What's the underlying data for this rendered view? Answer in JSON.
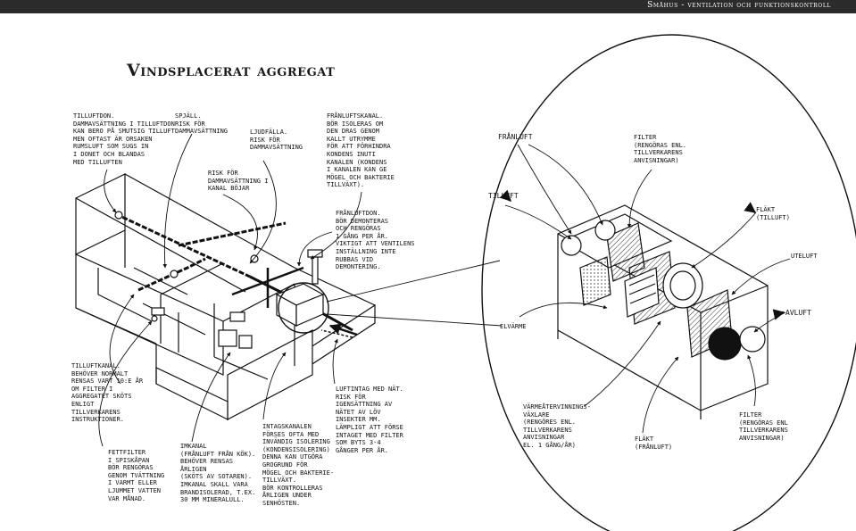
{
  "header": {
    "text": "Småhus - ventilation och funktionskontroll"
  },
  "title": "Vindsplacerat aggregat",
  "labels": {
    "tilluftdon": "TILLUFTDON.\nDAMMAVSÄTTNING I TILLUFTDON\nKAN BERO PÅ SMUTSIG TILLUFT\nMEN OFTAST ÄR ORSAKEN\nRUMSLUFT SOM SUGS IN\nI DONET OCH BLANDAS\nMED TILLUFTEN",
    "spjall": "SPJÄLL.\nRISK FÖR\nDAMMAVSÄTTNING",
    "ljudfalla": "LJUDFÄLLA.\nRISK FÖR\nDAMMAVSÄTTNING",
    "kanal_bojar": "RISK FÖR\nDAMMAVSÄTTNING I\nKANAL BÖJAR",
    "franluftskanal": "FRÅNLUFTSKANAL.\nBÖR ISOLERAS OM\nDEN DRAS GENOM\nKALLT UTRYMME\nFÖR ATT FÖRHINDRA\nKONDENS INUTI\nKANALEN (KONDENS\nI KANALEN KAN GE\nMÖGEL OCH BAKTERIE\nTILLVÄXT).",
    "franluftdon": "FRÅNLUFTDON.\nBÖR DEMONTERAS\nOCH RENGÖRAS\n1 GÅNG PER ÅR.\nVIKTIGT ATT VENTILENS\nINSTÄLLNING INTE\nRUBBAS VID\nDEMONTERING.",
    "tilluftkanal": "TILLUFTKANAL.\nBEHÖVER NORMALT\nRENSAS VART 10:e ÅR\nOM FILTER I\nAGGREGATET SKÖTS\nENLIGT\nTILLVERKARENS\nINSTRUKTIONER.",
    "fettfilter": "FETTFILTER\nI SPISKÅPAN\nBÖR RENGÖRAS\nGENOM TVÄTTNING\nI VARMT ELLER\nLJUMMET VATTEN\nVAR MÅNAD.",
    "imkanal": "IMKANAL\n(FRÅNLUFT FRÅN KÖK).\nBEHÖVER RENSAS\nÅRLIGEN\n(SKÖTS AV SOTAREN).\nIMKANAL SKALL VARA\nBRANDISOLERAD, T.EX.\n30 mm MINERALULL.",
    "intagskanalen": "INTAGSKANALEN\nFÖRSES OFTA MED\nINVÄNDIG ISOLERING\n(KONDENSISOLERING)\nDENNA KAN UTGÖRA\nGROGRUND FÖR\nMÖGEL OCH BAKTERIE-\nTILLVÄXT.\nBÖR KONTROLLERAS\nÅRLIGEN UNDER\nSENHÖSTEN.",
    "luftintag": "LUFTINTAG MED NÄT.\nRISK FÖR\nIGENSÄTTNING AV\nNÄTET AV LÖV\nINSEKTER MM.\nLÄMPLIGT ATT FÖRSE\nINTAGET MED FILTER\nSOM BYTS 3-4\nGÅNGER PER ÅR.",
    "franluft": "FRÅNLUFT",
    "filter1": "FILTER\n(RENGÖRAS ENL.\nTILLVERKARENS\nANVISNINGAR)",
    "tilluft": "TILLUFT",
    "flakt_tilluft": "FLÄKT\n(TILLUFT)",
    "uteluft": "UTELUFT",
    "avluft": "AVLUFT",
    "elvarme": "ELVÄRME",
    "varmeatervinning": "VÄRMEÅTERVINNINGS-\nVÄXLARE\n(RENGÖRES ENL.\nTILLVERKARENS\nANVISNINGAR\nEL. 1 GÅNG/ÅR)",
    "flakt_franluft": "FLÄKT\n(FRÅNLUFT)",
    "filter2": "FILTER\n(RENGÖRAS ENL\nTILLVERKARENS\nANVISNINGAR)"
  }
}
